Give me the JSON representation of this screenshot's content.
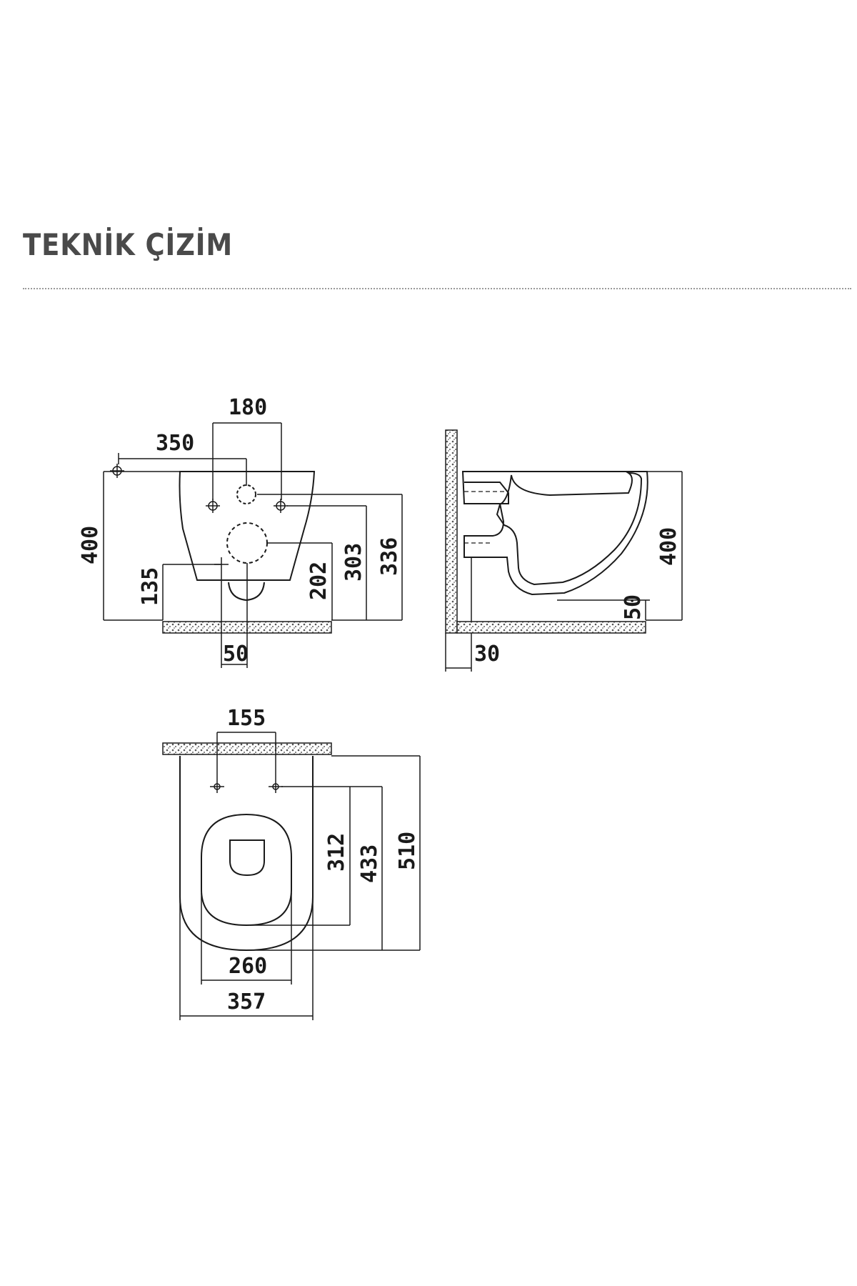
{
  "page": {
    "title": "TEKNİK ÇİZİM"
  },
  "front_view": {
    "dims": {
      "top_holes": "180",
      "wall_offset": "350",
      "height": "400",
      "floor_to_drain": "135",
      "drain_height": "202",
      "holes_height": "303",
      "top_height": "336",
      "drain_width": "50"
    }
  },
  "side_view": {
    "dims": {
      "height": "400",
      "bottom": "50",
      "wall_gap": "30"
    }
  },
  "top_view": {
    "dims": {
      "hole_spacing": "155",
      "hole_to_bowl": "312",
      "hole_to_front": "433",
      "total_length": "510",
      "seat_width": "260",
      "total_width": "357"
    }
  },
  "colors": {
    "line": "#1a1a1a",
    "title": "#4a4a4a",
    "wall_hatch": "#6b6b6b"
  }
}
